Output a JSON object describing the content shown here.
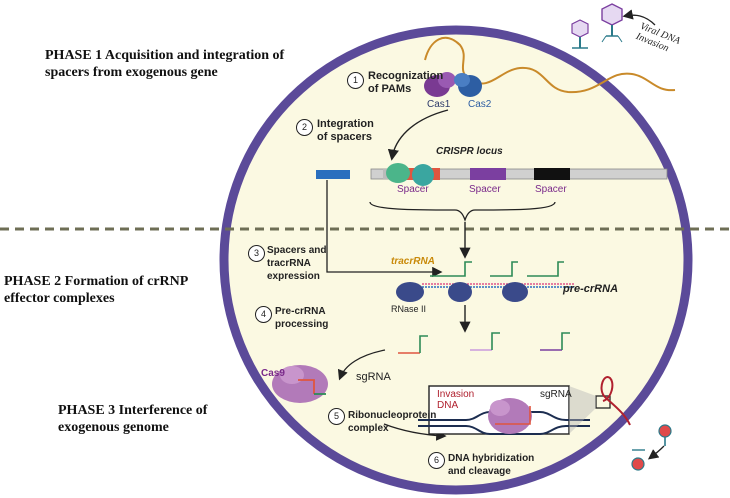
{
  "phases": {
    "p1": "PHASE 1  Acquisition and integration of spacers from exogenous gene",
    "p2": "PHASE 2  Formation of crRNP effector complexes",
    "p3": "PHASE 3  Interference of exogenous genome"
  },
  "steps": [
    {
      "num": "1",
      "text": "Recognization of PAMs"
    },
    {
      "num": "2",
      "text": "Integration of spacers"
    },
    {
      "num": "3",
      "text": "Spacers and tracrRNA expression"
    },
    {
      "num": "4",
      "text": "Pre-crRNA processing"
    },
    {
      "num": "5",
      "text": "Ribonucleoprotein complex"
    },
    {
      "num": "6",
      "text": "DNA hybridization and cleavage"
    }
  ],
  "labels": {
    "viral": "Viral DNA Invasion",
    "cas1": "Cas1",
    "cas2": "Cas2",
    "crispr_locus": "CRISPR locus",
    "spacer": "Spacer",
    "tracrrna": "tracrRNA",
    "pre_crrna": "pre-crRNA",
    "rnase": "RNase II",
    "cas9": "Cas9",
    "sgrna": "sgRNA",
    "invasion_dna": "Invasion DNA",
    "sgrna_inset": "sgRNA"
  },
  "colors": {
    "cell_border": "#5b4a99",
    "cell_fill": "#fbf9e2",
    "cas1": "#7a3a92",
    "cas2": "#2d5ea3",
    "cas9": "#b27ab9",
    "rnase": "#3a4a8a",
    "tracrrna": "#c98a0a",
    "spacer_label": "#7a2a8a",
    "invasion_dna": "#b0202e",
    "dna_strand": "#c98a2a",
    "locus_blue": "#2a6fbe",
    "spacer_red": "#e0553f",
    "spacer_purple": "#7b3fa0",
    "spacer_black": "#111111",
    "rna_green": "#2e8b57",
    "rna_pink": "#e0558a",
    "phage": "#2a7a8a"
  }
}
